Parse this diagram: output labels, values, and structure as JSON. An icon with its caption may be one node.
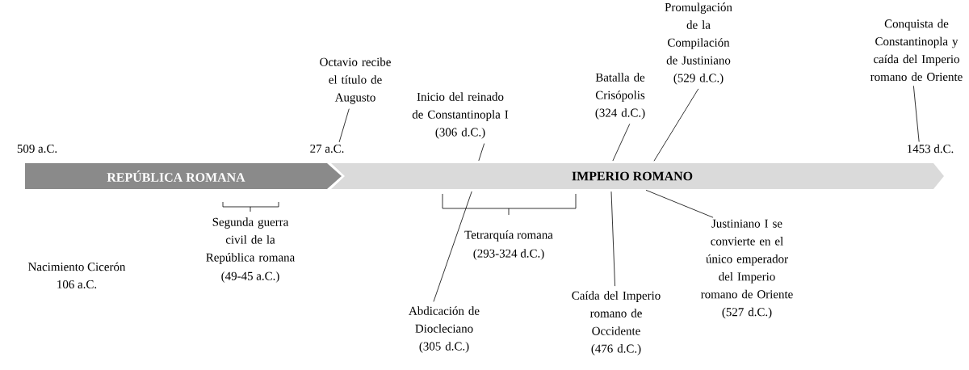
{
  "diagram": {
    "nodes": [
      {
        "text": [
          "REPÚBLICA ROMANA"
        ]
      },
      {
        "text": [
          "IMPERIO ROMANO"
        ]
      },
      {
        "text": [
          "509 a.C."
        ]
      },
      {
        "text": [
          "27 a.C."
        ]
      },
      {
        "text": [
          "1453 d.C."
        ]
      },
      {
        "text": [
          "Octavio recibe el título de Augusto"
        ]
      },
      {
        "text": [
          "Inicio del reinado de Constantinopla I",
          "(306 d.C.)"
        ]
      },
      {
        "text": [
          "Batalla de Crisópolis",
          "(324 d.C.)"
        ]
      },
      {
        "text": [
          "Promulgación de la Compilación de Justiniano",
          "(529 d.C.)"
        ]
      },
      {
        "text": [
          "Conquista de Constantinopla y caída del Imperio romano de Oriente"
        ]
      },
      {
        "text": [
          "Abdicación de Diocleciano",
          "(305 d.C.)"
        ]
      },
      {
        "text": [
          "Caída del Imperio romano de Occidente",
          "(476 d.C.)"
        ]
      },
      {
        "text": [
          "Justiniano I se convierte en el único emperador del Imperio romano de Oriente",
          "(527 d.C.)"
        ]
      }
    ],
    "edges": [
      {
        "from": 5,
        "to": 3,
        "arrow": "none"
      },
      {
        "from": 6,
        "to": 1,
        "arrow": "none"
      },
      {
        "from": 7,
        "to": 1,
        "arrow": "none"
      },
      {
        "from": 8,
        "to": 1,
        "arrow": "none"
      },
      {
        "from": 9,
        "to": 4,
        "arrow": "none"
      },
      {
        "from": 10,
        "to": 1,
        "arrow": "none"
      },
      {
        "from": 11,
        "to": 1,
        "arrow": "none"
      },
      {
        "from": 12,
        "to": 1,
        "arrow": "none"
      }
    ],
    "labels": [
      "Segunda guerra civil de la República romana",
      "(49-45 a.C.)",
      "Nacimiento Cicerón",
      "106 a.C.",
      "Tetrarquía romana",
      "(293-324 d.C.)"
    ]
  }
}
